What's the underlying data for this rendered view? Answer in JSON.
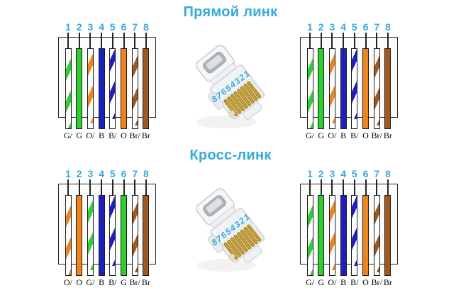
{
  "colors": {
    "accent_blue": "#36a9dd",
    "wire_green": "#2fce2f",
    "wire_orange": "#ef831c",
    "wire_blue": "#1f1fc1",
    "wire_brown": "#9e5a20",
    "wire_white": "#ffffff",
    "outline": "#242424",
    "pin_gold": "#c9a233"
  },
  "sections": [
    {
      "title": "Прямой линк",
      "left_diagram": {
        "pins": [
          "1",
          "2",
          "3",
          "4",
          "5",
          "6",
          "7",
          "8"
        ],
        "wires": [
          {
            "label": "G/",
            "color": "green",
            "pattern": "striped"
          },
          {
            "label": "G",
            "color": "green",
            "pattern": "solid"
          },
          {
            "label": "O/",
            "color": "orange",
            "pattern": "striped"
          },
          {
            "label": "B",
            "color": "blue",
            "pattern": "solid"
          },
          {
            "label": "B/",
            "color": "blue",
            "pattern": "striped"
          },
          {
            "label": "O",
            "color": "orange",
            "pattern": "solid"
          },
          {
            "label": "Br/",
            "color": "brown",
            "pattern": "striped"
          },
          {
            "label": "Br",
            "color": "brown",
            "pattern": "solid"
          }
        ]
      },
      "right_diagram": {
        "pins": [
          "1",
          "2",
          "3",
          "4",
          "5",
          "6",
          "7",
          "8"
        ],
        "wires": [
          {
            "label": "G/",
            "color": "green",
            "pattern": "striped"
          },
          {
            "label": "G",
            "color": "green",
            "pattern": "solid"
          },
          {
            "label": "O/",
            "color": "orange",
            "pattern": "striped"
          },
          {
            "label": "B",
            "color": "blue",
            "pattern": "solid"
          },
          {
            "label": "B/",
            "color": "blue",
            "pattern": "striped"
          },
          {
            "label": "O",
            "color": "orange",
            "pattern": "solid"
          },
          {
            "label": "Br/",
            "color": "brown",
            "pattern": "striped"
          },
          {
            "label": "Br",
            "color": "brown",
            "pattern": "solid"
          }
        ]
      },
      "connector": {
        "imprint": "87654321"
      }
    },
    {
      "title": "Кросс-линк",
      "left_diagram": {
        "pins": [
          "1",
          "2",
          "3",
          "4",
          "5",
          "6",
          "7",
          "8"
        ],
        "wires": [
          {
            "label": "O/",
            "color": "orange",
            "pattern": "striped"
          },
          {
            "label": "O",
            "color": "orange",
            "pattern": "solid"
          },
          {
            "label": "G/",
            "color": "green",
            "pattern": "striped"
          },
          {
            "label": "B",
            "color": "blue",
            "pattern": "solid"
          },
          {
            "label": "B/",
            "color": "blue",
            "pattern": "striped"
          },
          {
            "label": "G",
            "color": "green",
            "pattern": "solid"
          },
          {
            "label": "Br/",
            "color": "brown",
            "pattern": "striped"
          },
          {
            "label": "Br",
            "color": "brown",
            "pattern": "solid"
          }
        ]
      },
      "right_diagram": {
        "pins": [
          "1",
          "2",
          "3",
          "4",
          "5",
          "6",
          "7",
          "8"
        ],
        "wires": [
          {
            "label": "G/",
            "color": "green",
            "pattern": "striped"
          },
          {
            "label": "G",
            "color": "green",
            "pattern": "solid"
          },
          {
            "label": "O/",
            "color": "orange",
            "pattern": "striped"
          },
          {
            "label": "B",
            "color": "blue",
            "pattern": "solid"
          },
          {
            "label": "B/",
            "color": "blue",
            "pattern": "striped"
          },
          {
            "label": "O",
            "color": "orange",
            "pattern": "solid"
          },
          {
            "label": "Br/",
            "color": "brown",
            "pattern": "striped"
          },
          {
            "label": "Br",
            "color": "brown",
            "pattern": "solid"
          }
        ]
      },
      "connector": {
        "imprint": "87654321"
      }
    }
  ]
}
